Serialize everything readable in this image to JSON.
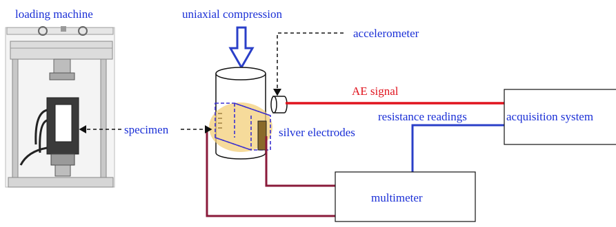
{
  "labels": {
    "loading_machine": "loading machine",
    "uniaxial_compression": "uniaxial compression",
    "accelerometer": "accelerometer",
    "ae_signal": "AE signal",
    "resistance_readings": "resistance readings",
    "acquisition_system": "acquisition system",
    "specimen": "specimen",
    "silver_electrodes": "silver electrodes",
    "multimeter": "multimeter"
  },
  "colors": {
    "label_blue": "#1a2fd6",
    "ae_signal_red": "#e0141e",
    "wire_red": "#e0141e",
    "wire_blue": "#2a3fc8",
    "wire_maroon": "#8a1a3a",
    "arrow_blue": "#2a3fc8",
    "highlight": "#f3cf7a",
    "electrode": "#8a6a2a"
  },
  "icons": {
    "compression": "down-arrow-icon",
    "loading_machine": "loading-machine-photo",
    "specimen": "cylinder-specimen"
  }
}
